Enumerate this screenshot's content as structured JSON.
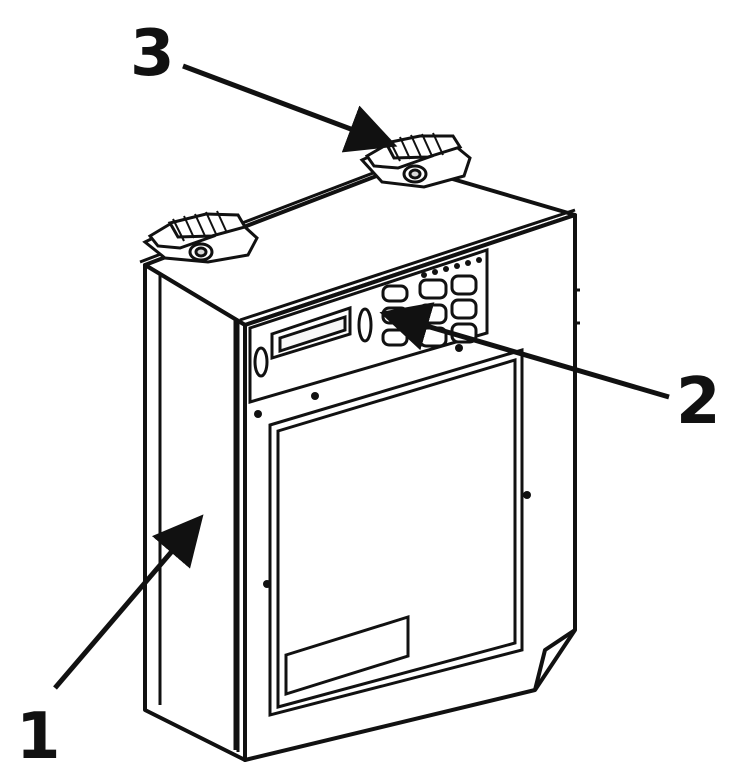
{
  "diagram": {
    "colors": {
      "line": "#111111",
      "fill": "#ffffff",
      "shade": "#d9d9d9"
    },
    "callouts": [
      {
        "label": "1",
        "target": "side-panel"
      },
      {
        "label": "2",
        "target": "keypad"
      },
      {
        "label": "3",
        "target": "top-hinge-right"
      }
    ]
  }
}
